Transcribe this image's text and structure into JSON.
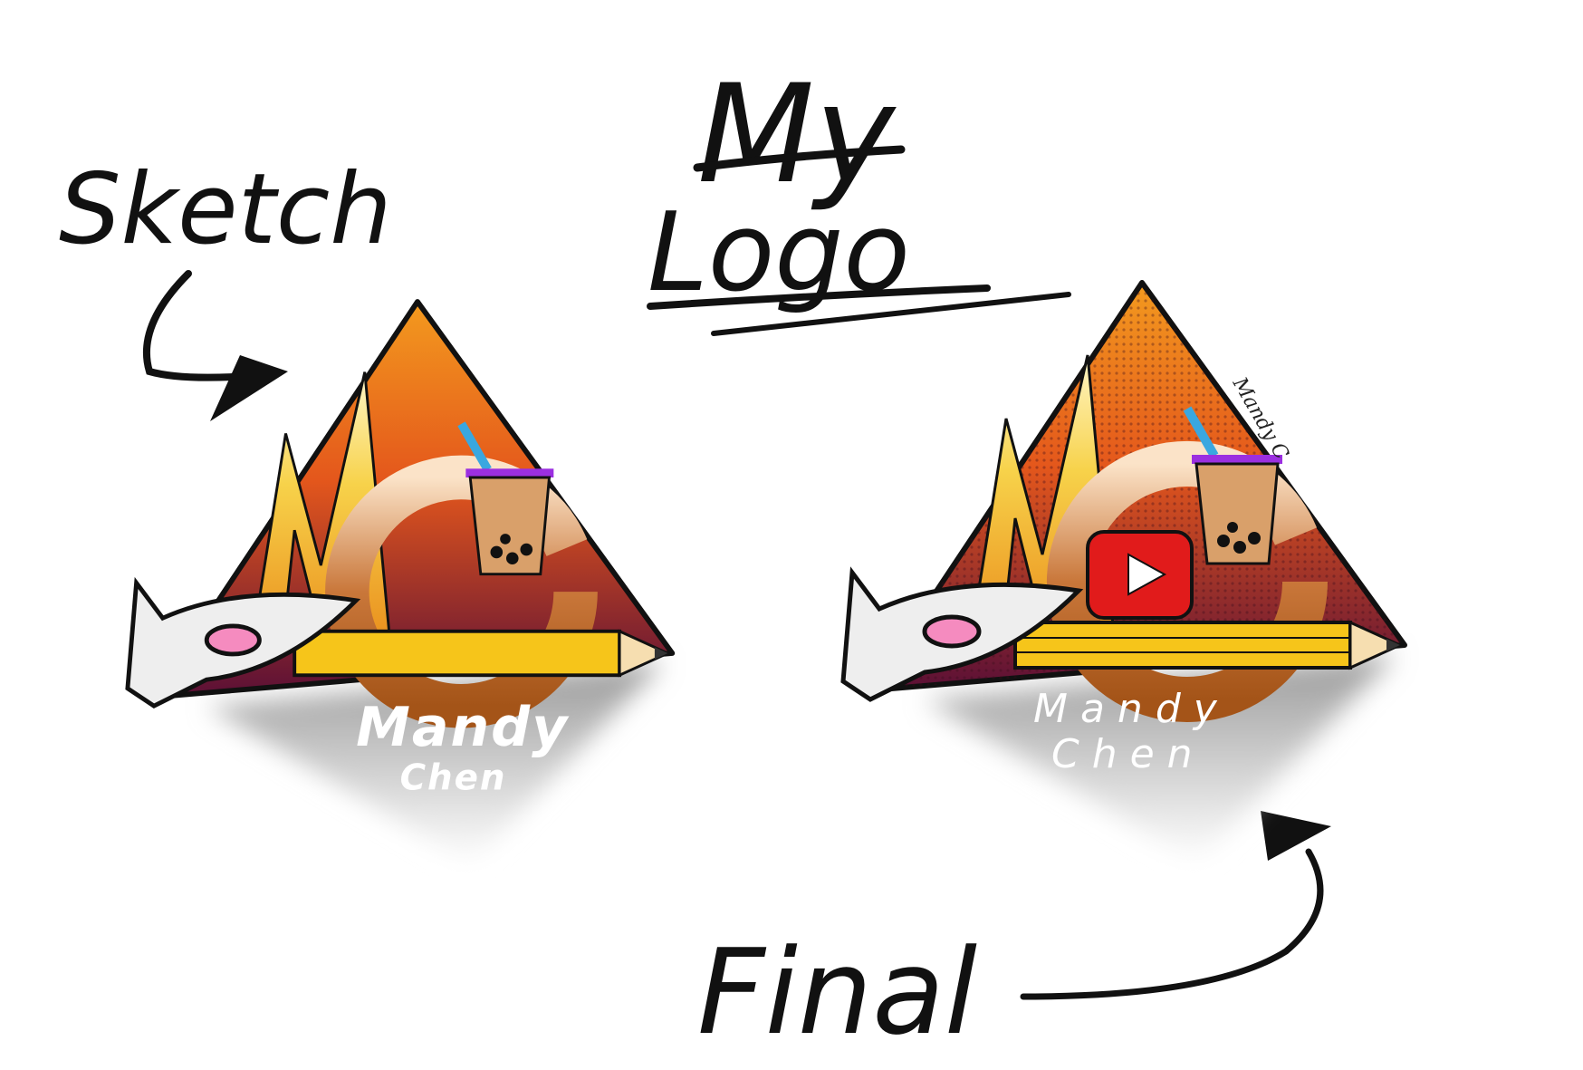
{
  "annotations": {
    "title_line1": "My",
    "title_line2": "Logo",
    "sketch_label": "Sketch",
    "final_label": "Final"
  },
  "sketch_logo": {
    "monogram": "MC",
    "name_line1": "Mandy",
    "name_line2": "Chen"
  },
  "final_logo": {
    "monogram": "MC",
    "name_line1": "Mandy",
    "name_line2": "Chen",
    "signature": "Mandy C"
  },
  "colors": {
    "ink": "#111111",
    "triangle_top": "#f39a1e",
    "triangle_mid": "#e4571c",
    "triangle_bottom": "#5a0f36",
    "letter_yellow": "#f7d24a",
    "pencil_yellow": "#f6c51a",
    "boba_tea": "#d9a06a",
    "lid_purple": "#9b2fe0",
    "straw_blue": "#3aa7e0",
    "youtube_red": "#e11b1b"
  }
}
